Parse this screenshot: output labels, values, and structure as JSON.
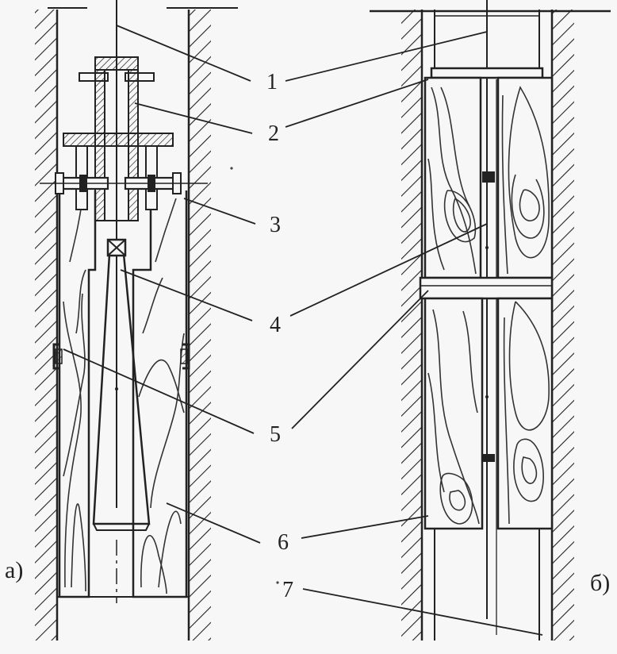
{
  "figure": {
    "panel_a_label": "а)",
    "panel_b_label": "б)",
    "part_numbers": [
      "1",
      "2",
      "3",
      "4",
      "5",
      "6",
      "7"
    ]
  },
  "colors": {
    "ink": "#222222",
    "paper": "#f7f7f7"
  }
}
